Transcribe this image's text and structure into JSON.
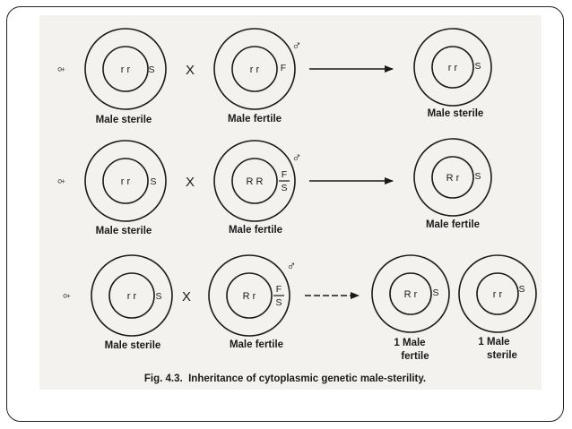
{
  "crosses": [
    {
      "female_symbol": "♀",
      "male_symbol": "♂",
      "cross_symbol": "X",
      "mother": {
        "genotype": "r r",
        "cytoplasm": "S",
        "label": "Male sterile"
      },
      "father": {
        "genotype": "r r",
        "cytoplasm": "F",
        "label": "Male fertile"
      },
      "offspring": [
        {
          "genotype": "r r",
          "cytoplasm": "S",
          "label": "Male sterile"
        }
      ]
    },
    {
      "female_symbol": "♀",
      "male_symbol": "♂",
      "cross_symbol": "X",
      "mother": {
        "genotype": "r r",
        "cytoplasm": "S",
        "label": "Male sterile"
      },
      "father": {
        "genotype": "R R",
        "cytoplasm_top": "F",
        "cytoplasm_bottom": "S",
        "label": "Male fertile"
      },
      "offspring": [
        {
          "genotype": "R r",
          "cytoplasm": "S",
          "label": "Male fertile"
        }
      ]
    },
    {
      "female_symbol": "♀",
      "male_symbol": "♂",
      "cross_symbol": "X",
      "mother": {
        "genotype": "r r",
        "cytoplasm": "S",
        "label": "Male sterile"
      },
      "father": {
        "genotype": "R r",
        "cytoplasm_top": "F",
        "cytoplasm_bottom": "S",
        "label": "Male fertile"
      },
      "offspring": [
        {
          "genotype": "R r",
          "cytoplasm": "S",
          "label_line1": "1 Male",
          "label_line2": "fertile"
        },
        {
          "genotype": "r r",
          "cytoplasm": "S",
          "label_line1": "1 Male",
          "label_line2": "sterile"
        }
      ]
    }
  ],
  "caption": "Fig. 4.3.  Inheritance of cytoplasmic genetic male-sterility."
}
